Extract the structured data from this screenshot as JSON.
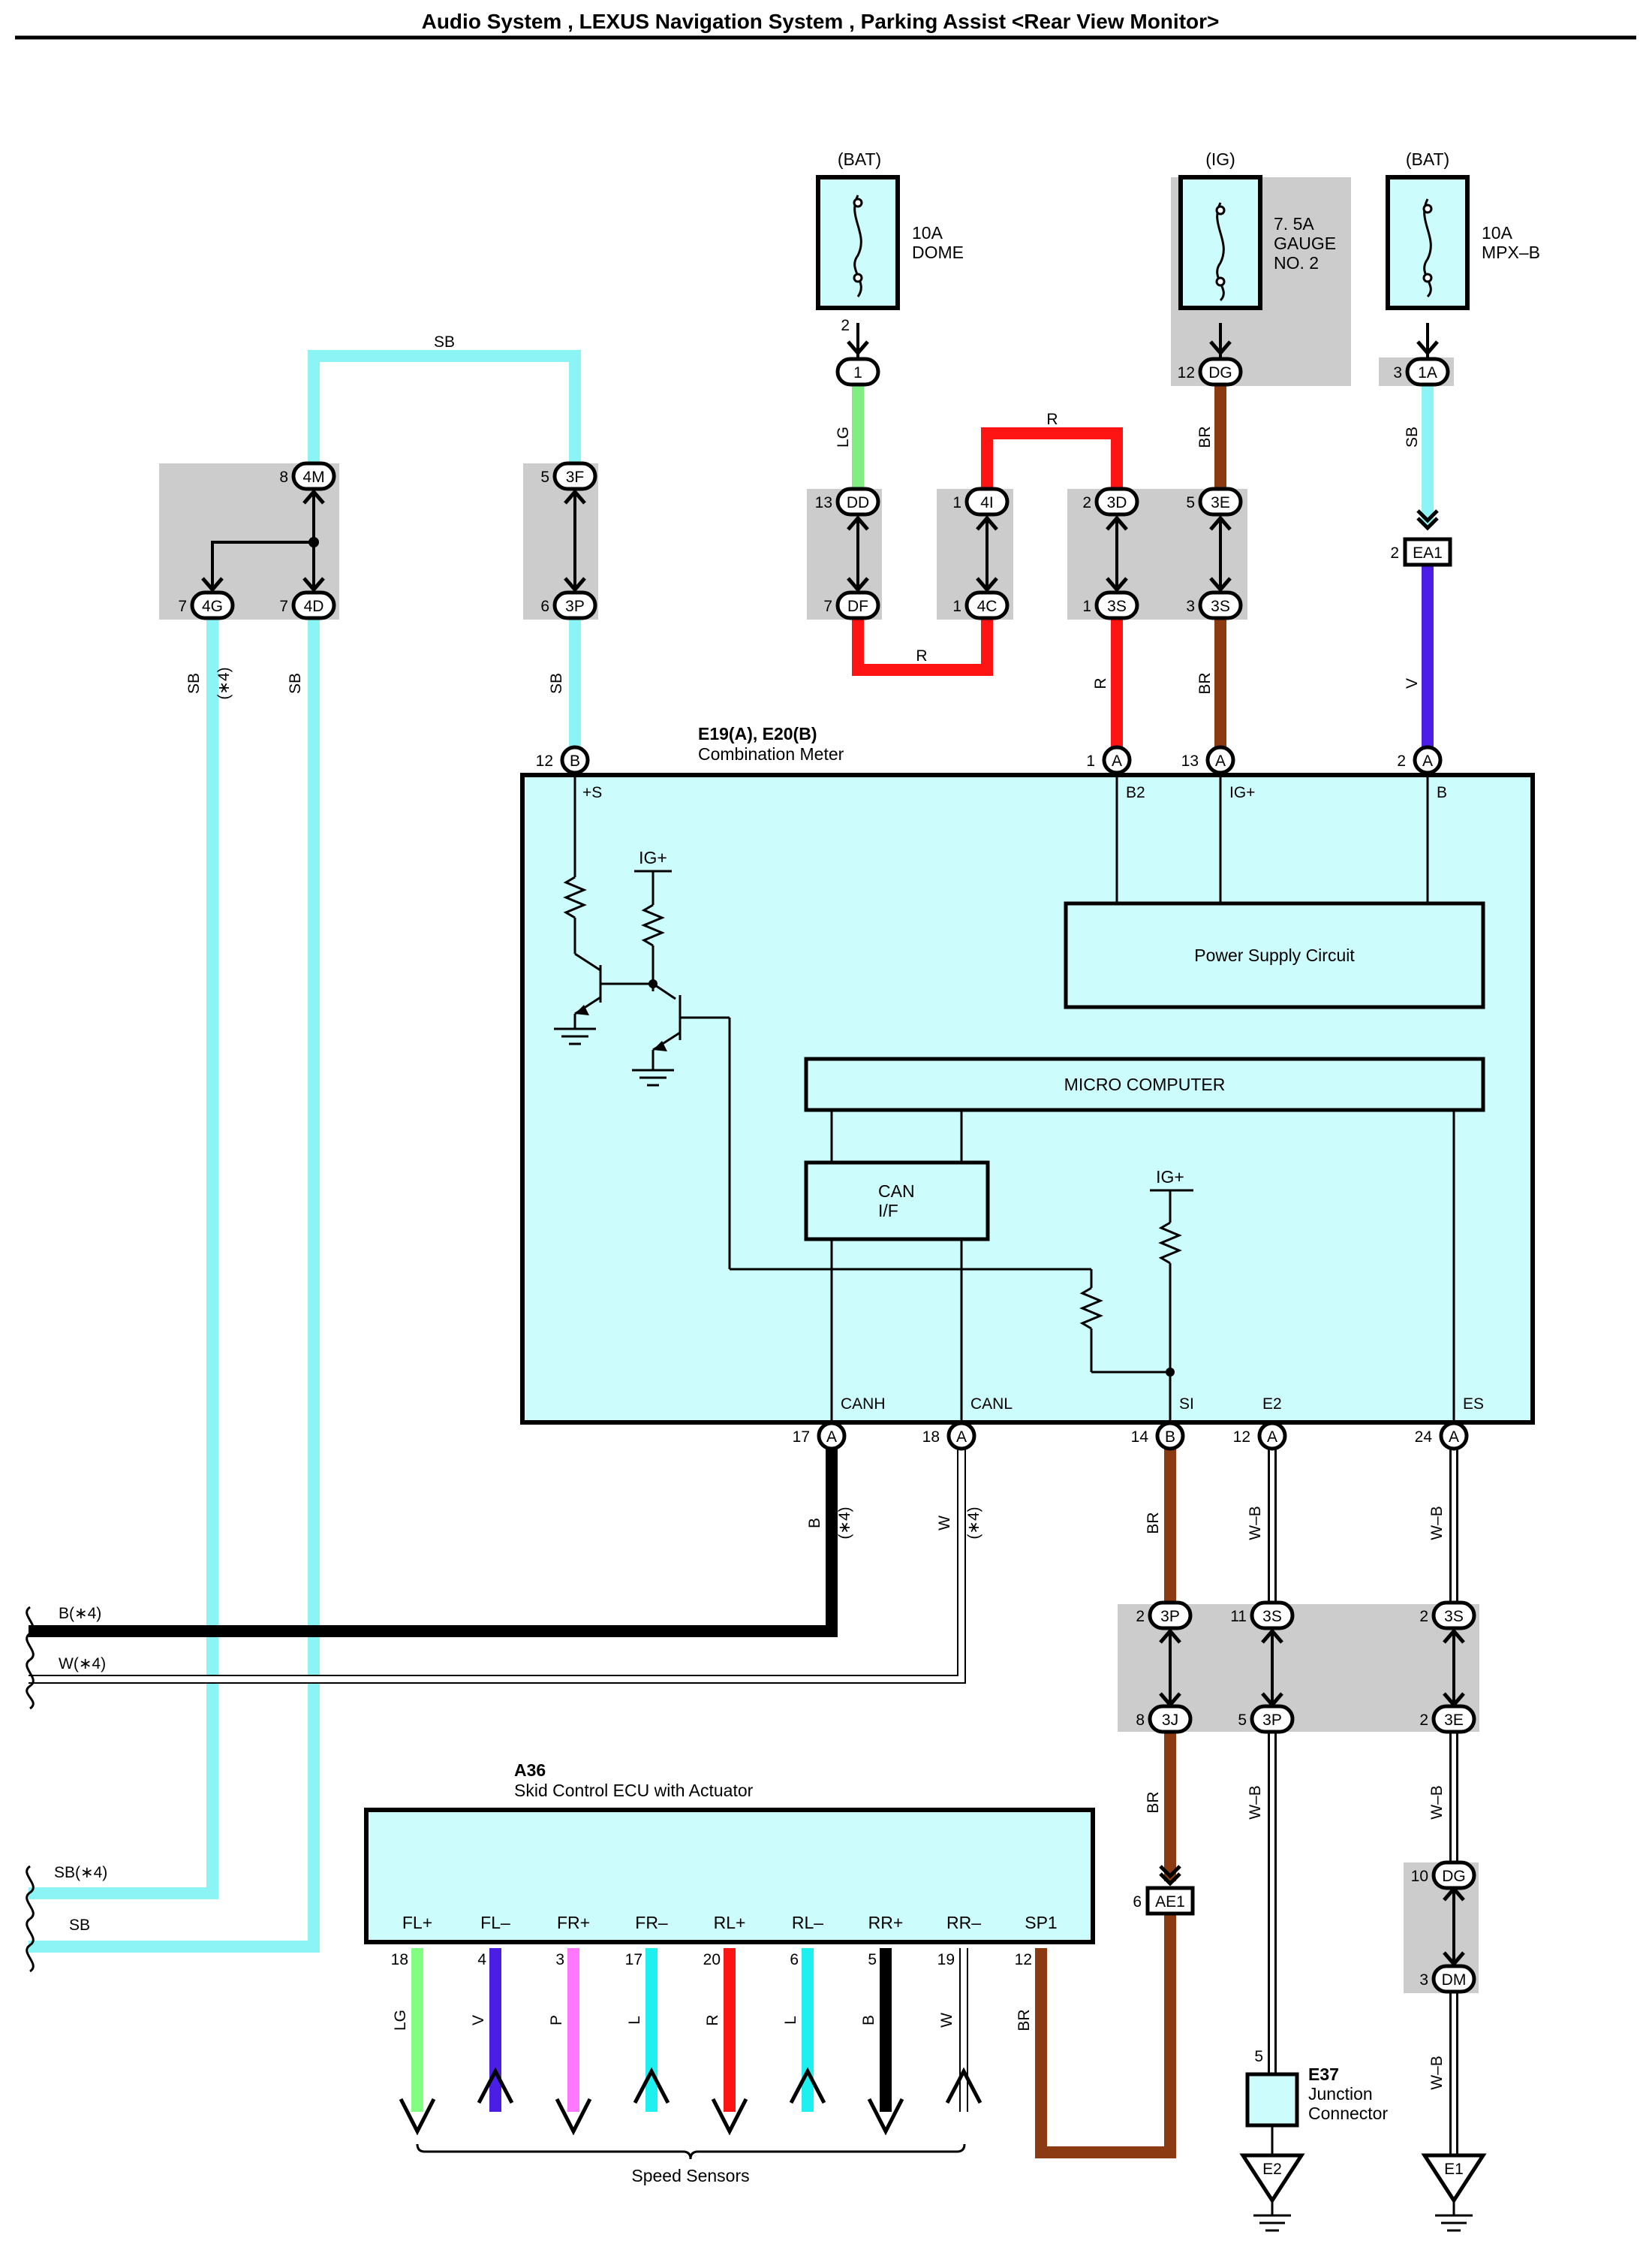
{
  "title": "Audio System , LEXUS Navigation System , Parking Assist <Rear View Monitor>",
  "fuses": [
    {
      "source": "(BAT)",
      "rating": "10A",
      "name": "DOME",
      "pin": "2",
      "conn": "1",
      "conn_pin": ""
    },
    {
      "source": "(IG)",
      "rating": "7. 5A",
      "name": "GAUGE",
      "name2": "NO. 2",
      "pin": "",
      "conn": "DG",
      "conn_pin": "12"
    },
    {
      "source": "(BAT)",
      "rating": "10A",
      "name": "MPX–B",
      "pin": "",
      "conn": "1A",
      "conn_pin": "3"
    }
  ],
  "junctions": {
    "jc1": [
      {
        "pin": "8",
        "conn": "4M"
      },
      {
        "pin": "7",
        "conn": "4G"
      },
      {
        "pin": "7",
        "conn": "4D"
      }
    ],
    "jc2": [
      {
        "pin": "5",
        "conn": "3F"
      },
      {
        "pin": "6",
        "conn": "3P"
      }
    ],
    "jc3": [
      {
        "pin": "13",
        "conn": "DD"
      },
      {
        "pin": "7",
        "conn": "DF"
      }
    ],
    "jc4": [
      {
        "pin": "1",
        "conn": "4I"
      },
      {
        "pin": "1",
        "conn": "4C"
      }
    ],
    "jc5": [
      {
        "pin": "2",
        "conn": "3D"
      },
      {
        "pin": "1",
        "conn": "3S"
      },
      {
        "pin": "5",
        "conn": "3E"
      },
      {
        "pin": "3",
        "conn": "3S"
      }
    ],
    "ea1": {
      "pin": "2",
      "conn": "EA1"
    },
    "jc6": [
      {
        "pin": "2",
        "conn": "3P"
      },
      {
        "pin": "8",
        "conn": "3J"
      },
      {
        "pin": "11",
        "conn": "3S"
      },
      {
        "pin": "5",
        "conn": "3P"
      },
      {
        "pin": "2",
        "conn": "3S"
      },
      {
        "pin": "2",
        "conn": "3E"
      }
    ],
    "ae1": {
      "pin": "6",
      "conn": "AE1"
    },
    "jc7": [
      {
        "pin": "10",
        "conn": "DG"
      },
      {
        "pin": "3",
        "conn": "DM"
      }
    ]
  },
  "wires": {
    "sb_top": "SB",
    "r_top": "R",
    "r_bottom": "R",
    "lg": "LG",
    "br": "BR",
    "sb": "SB",
    "sb_star": "(∗4)",
    "r": "R",
    "v": "V",
    "b": "B",
    "w": "W",
    "wb": "W–B",
    "b_star_left": "B(∗4)",
    "w_star_left": "W(∗4)",
    "sb_star_left": "SB(∗4)",
    "sb_left": "SB"
  },
  "meter": {
    "code": "E19(A), E20(B)",
    "name": "Combination Meter",
    "top_pins": [
      {
        "pin": "12",
        "conn": "B",
        "term": "+S"
      },
      {
        "pin": "1",
        "conn": "A",
        "term": "B2"
      },
      {
        "pin": "13",
        "conn": "A",
        "term": "IG+"
      },
      {
        "pin": "2",
        "conn": "A",
        "term": "B"
      }
    ],
    "bottom_pins": [
      {
        "pin": "17",
        "conn": "A",
        "term": "CANH"
      },
      {
        "pin": "18",
        "conn": "A",
        "term": "CANL"
      },
      {
        "pin": "14",
        "conn": "B",
        "term": "SI"
      },
      {
        "pin": "12",
        "conn": "A",
        "term": "E2"
      },
      {
        "pin": "24",
        "conn": "A",
        "term": "ES"
      }
    ],
    "ig_label": "IG+",
    "power_supply": "Power Supply Circuit",
    "micro": "MICRO COMPUTER",
    "can_1": "CAN",
    "can_2": "I/F"
  },
  "ecu": {
    "code": "A36",
    "name": "Skid Control ECU with Actuator",
    "terminals": [
      {
        "term": "FL+",
        "pin": "18",
        "color": "LG",
        "hex": "#80ff80",
        "dir": "down"
      },
      {
        "term": "FL–",
        "pin": "4",
        "color": "V",
        "hex": "#4b1ee6",
        "dir": "up"
      },
      {
        "term": "FR+",
        "pin": "3",
        "color": "P",
        "hex": "#ff78ff",
        "dir": "down"
      },
      {
        "term": "FR–",
        "pin": "17",
        "color": "L",
        "hex": "#1ef0f0",
        "dir": "up"
      },
      {
        "term": "RL+",
        "pin": "20",
        "color": "R",
        "hex": "#ff1414",
        "dir": "down"
      },
      {
        "term": "RL–",
        "pin": "6",
        "color": "L",
        "hex": "#1ef0f0",
        "dir": "up"
      },
      {
        "term": "RR+",
        "pin": "5",
        "color": "B",
        "hex": "#000000",
        "dir": "down"
      },
      {
        "term": "RR–",
        "pin": "19",
        "color": "W",
        "hex": "#ffffff",
        "dir": "up"
      },
      {
        "term": "SP1",
        "pin": "12",
        "color": "BR",
        "hex": "#8b3a12",
        "dir": "none"
      }
    ],
    "speed_sensors": "Speed Sensors"
  },
  "junction_connector": {
    "code": "E37",
    "name1": "Junction",
    "name2": "Connector",
    "pin": "5"
  },
  "grounds": {
    "e2": "E2",
    "e1": "E1"
  },
  "colors": {
    "sb": "#8cf4f4",
    "r": "#ff1414",
    "lg": "#80ee80",
    "br": "#8b3a12",
    "v": "#4b1ee6",
    "b": "#000000",
    "fill": "#ccfcfc",
    "shade": "#cccccc"
  }
}
